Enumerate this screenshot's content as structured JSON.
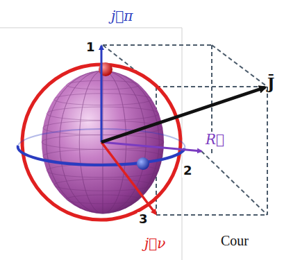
{
  "diagram": {
    "labels": [
      "1",
      "j⃗π",
      "2",
      "R⃗",
      "3",
      "j⃗ν",
      "J̄",
      "Cour"
    ]
  }
}
